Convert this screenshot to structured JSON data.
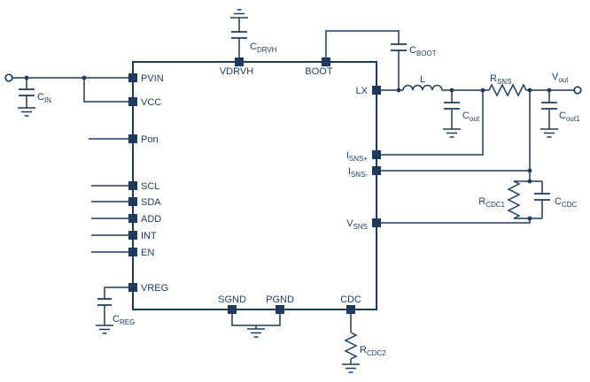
{
  "schematic": {
    "colors": {
      "line": "#1e3a5c",
      "background": "#ffffff"
    },
    "ic_pins": {
      "pvin": {
        "t": "PVIN"
      },
      "vcc": {
        "t": "VCC"
      },
      "pon": {
        "t": "Pon"
      },
      "scl": {
        "t": "SCL"
      },
      "sda": {
        "t": "SDA"
      },
      "add": {
        "t": "ADD"
      },
      "int": {
        "t": "INT"
      },
      "en": {
        "t": "EN"
      },
      "vreg": {
        "t": "VREG"
      },
      "vdrvh": {
        "t": "VDRVH"
      },
      "boot": {
        "t": "BOOT"
      },
      "lx": {
        "t": "LX"
      },
      "isns_plus": {
        "t": "I",
        "sub": "SNS+"
      },
      "isns_minus": {
        "t": "I",
        "sub": "SNS-"
      },
      "vsns": {
        "t": "V",
        "sub": "SNS"
      },
      "sgnd": {
        "t": "SGND"
      },
      "pgnd": {
        "t": "PGND"
      },
      "cdc": {
        "t": "CDC"
      }
    },
    "components": {
      "c_in": {
        "t": "C",
        "sub": "IN"
      },
      "c_drvh": {
        "t": "C",
        "sub": "DRVH"
      },
      "c_boot": {
        "t": "C",
        "sub": "BOOT"
      },
      "inductor": {
        "t": "L"
      },
      "r_sns": {
        "t": "R",
        "sub": "SNS"
      },
      "v_out": {
        "t": "V",
        "sub": "out"
      },
      "c_out": {
        "t": "C",
        "sub": "out"
      },
      "c_out1": {
        "t": "C",
        "sub": "out1"
      },
      "r_cdc1": {
        "t": "R",
        "sub": "CDC1"
      },
      "c_cdc": {
        "t": "C",
        "sub": "CDC"
      },
      "c_reg": {
        "t": "C",
        "sub": "REG"
      },
      "r_cdc2": {
        "t": "R",
        "sub": "CDC2"
      }
    }
  }
}
